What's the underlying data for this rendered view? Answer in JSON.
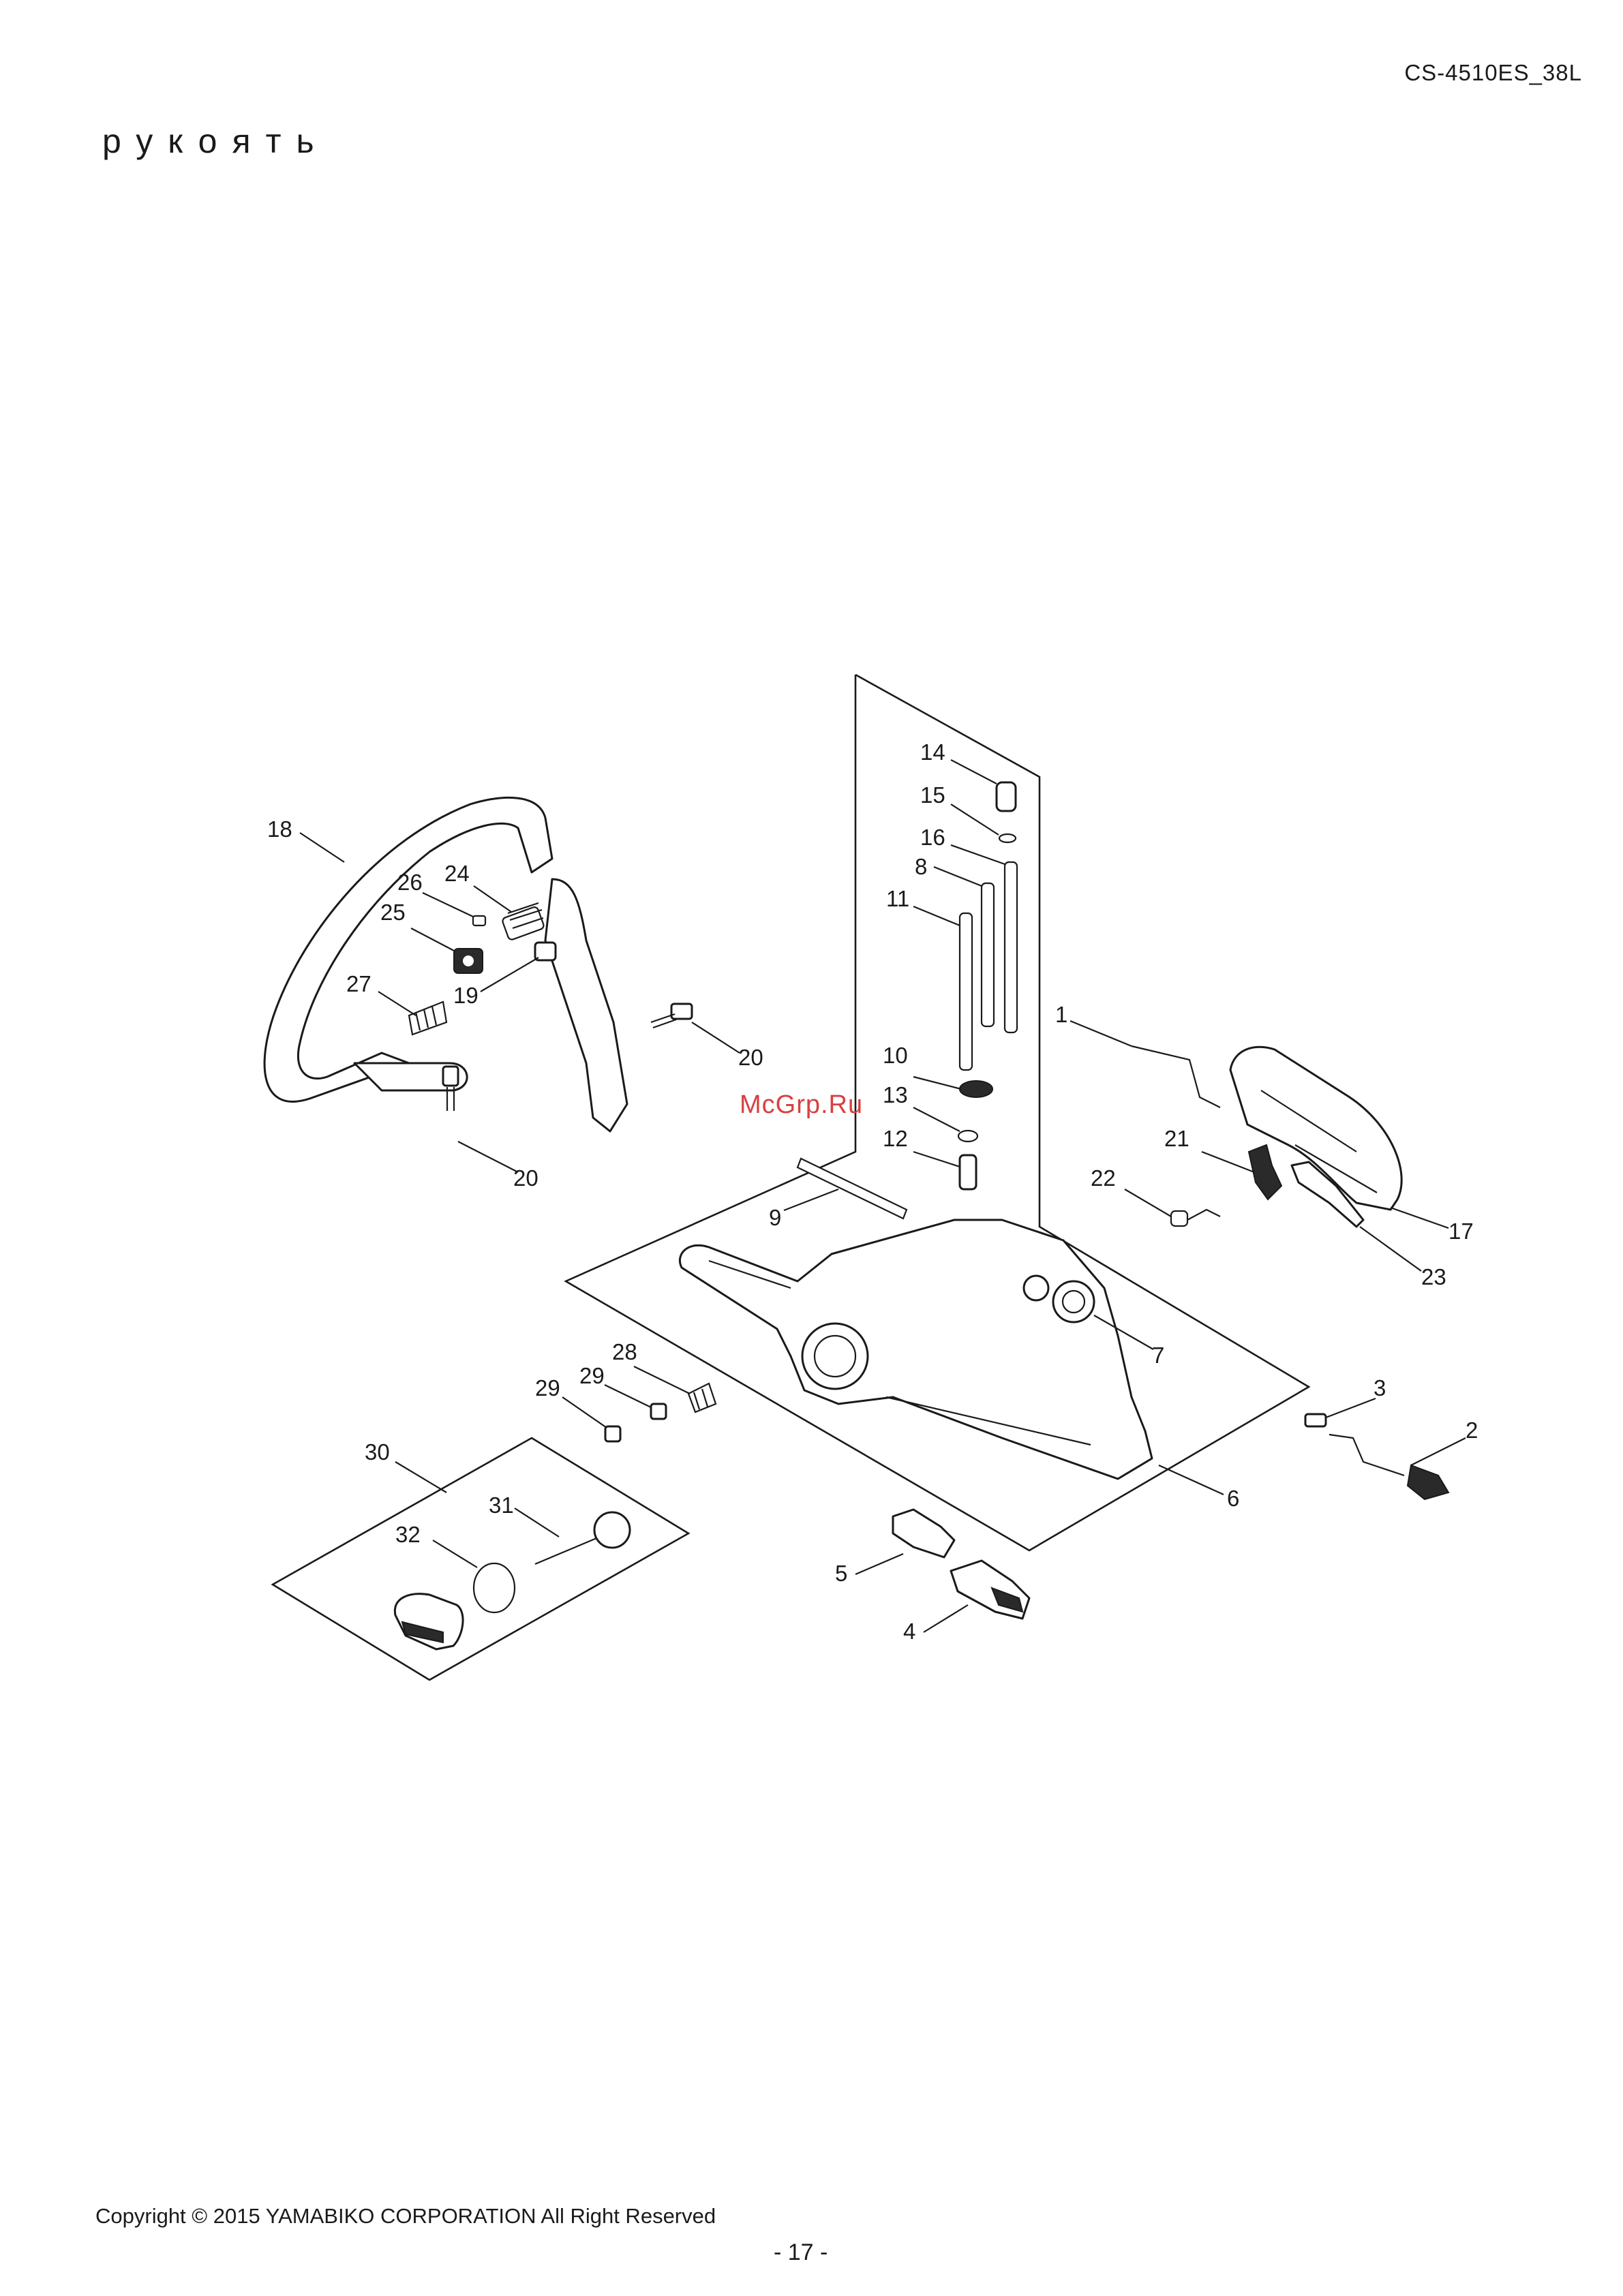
{
  "header": {
    "model_code": "CS-4510ES_38L",
    "section_title": "рукоять"
  },
  "watermark": "McGrp.Ru",
  "callouts": [
    "1",
    "2",
    "3",
    "4",
    "5",
    "6",
    "7",
    "8",
    "9",
    "10",
    "11",
    "12",
    "13",
    "14",
    "15",
    "16",
    "17",
    "18",
    "19",
    "20",
    "20",
    "21",
    "22",
    "23",
    "24",
    "25",
    "26",
    "27",
    "28",
    "29",
    "29",
    "30",
    "31",
    "32"
  ],
  "footer": {
    "copyright": "Copyright © 2015 YAMABIKO CORPORATION All Right Reserved",
    "page_number": "- 17 -"
  },
  "colors": {
    "ink": "#1a1a1a",
    "watermark": "#d84040",
    "background": "#ffffff"
  }
}
